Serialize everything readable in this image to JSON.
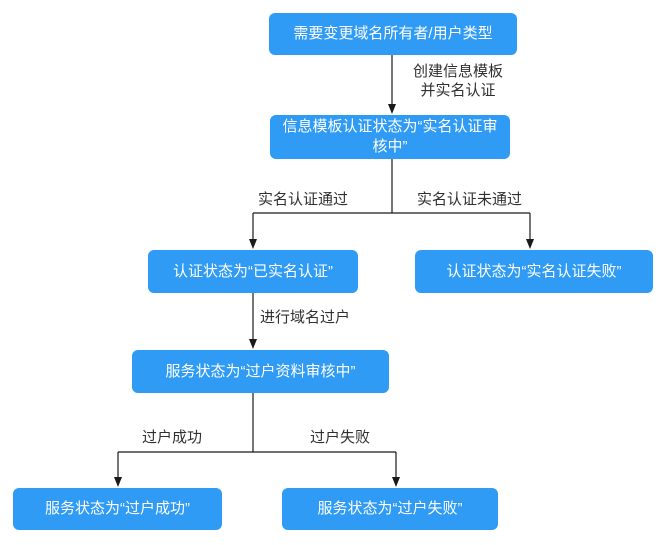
{
  "diagram": {
    "type": "flowchart",
    "colors": {
      "node_fill": "#2F9BF4",
      "node_text": "#FFFFFF",
      "line": "#1A1A1A",
      "label_text": "#303030",
      "background": "#FFFFFF"
    },
    "nodes": {
      "start": {
        "label": "需要变更域名所有者/用户类型"
      },
      "template_review": {
        "label": "信息模板认证状态为“实名认证审核中”"
      },
      "auth_done": {
        "label": "认证状态为“已实名认证”"
      },
      "auth_failed": {
        "label": "认证状态为“实名认证失败”"
      },
      "transfer_review": {
        "label": "服务状态为“过户资料审核中”"
      },
      "transfer_success": {
        "label": "服务状态为“过户成功”"
      },
      "transfer_failed": {
        "label": "服务状态为“过户失败”"
      }
    },
    "edge_labels": {
      "create_template": {
        "label": "创建信息模板\n并实名认证"
      },
      "auth_pass": {
        "label": "实名认证通过"
      },
      "auth_no_pass": {
        "label": "实名认证未通过"
      },
      "do_transfer": {
        "label": "进行域名过户"
      },
      "transfer_ok": {
        "label": "过户成功"
      },
      "transfer_ng": {
        "label": "过户失败"
      }
    }
  }
}
